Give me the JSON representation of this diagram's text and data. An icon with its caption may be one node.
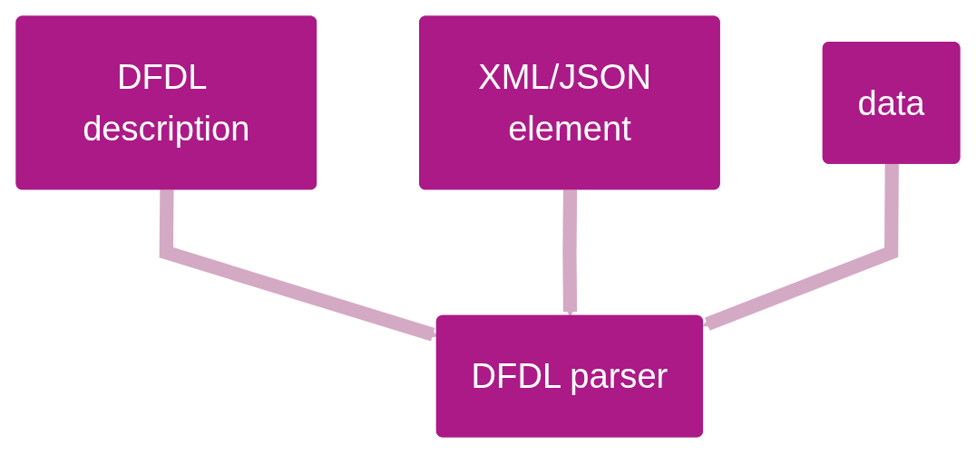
{
  "diagram": {
    "nodes": [
      {
        "text": [
          "DFDL description"
        ]
      },
      {
        "text": [
          "XML/JSON element"
        ]
      },
      {
        "text": [
          "data"
        ]
      },
      {
        "text": [
          "DFDL parser"
        ]
      }
    ],
    "edges": [
      {
        "from": 0,
        "to": 3,
        "arrow": "to"
      },
      {
        "from": 1,
        "to": 3,
        "arrow": "to"
      },
      {
        "from": 2,
        "to": 3,
        "arrow": "to"
      }
    ]
  }
}
